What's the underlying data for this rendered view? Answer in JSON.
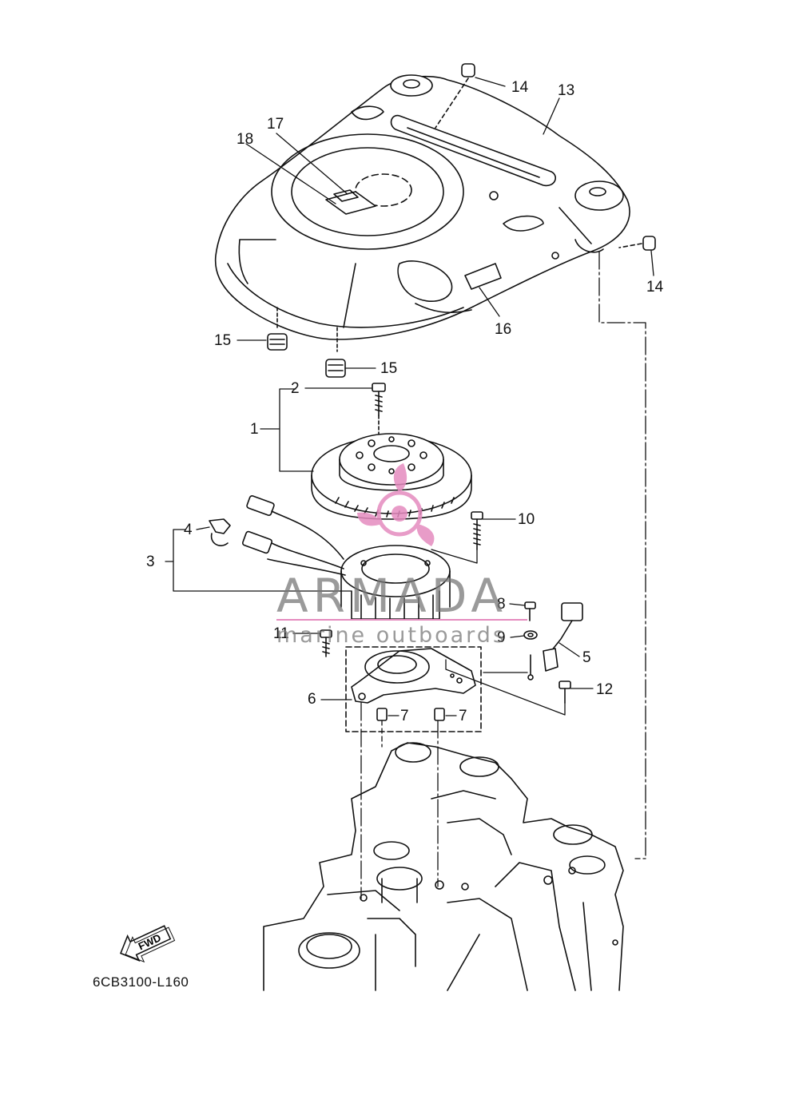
{
  "callouts": {
    "c1": "1",
    "c2": "2",
    "c3": "3",
    "c4": "4",
    "c5": "5",
    "c6": "6",
    "c7a": "7",
    "c7b": "7",
    "c8": "8",
    "c9": "9",
    "c10": "10",
    "c11": "11",
    "c12": "12",
    "c13": "13",
    "c14a": "14",
    "c14b": "14",
    "c15a": "15",
    "c15b": "15",
    "c16": "16",
    "c17": "17",
    "c18": "18"
  },
  "diagram_code": "6CB3100-L160",
  "fwd_label": "FWD",
  "watermark": {
    "name": "ARMADA",
    "subtitle": "marine outboards",
    "logo_color": "#e58bbf",
    "text_color": "#888888"
  }
}
